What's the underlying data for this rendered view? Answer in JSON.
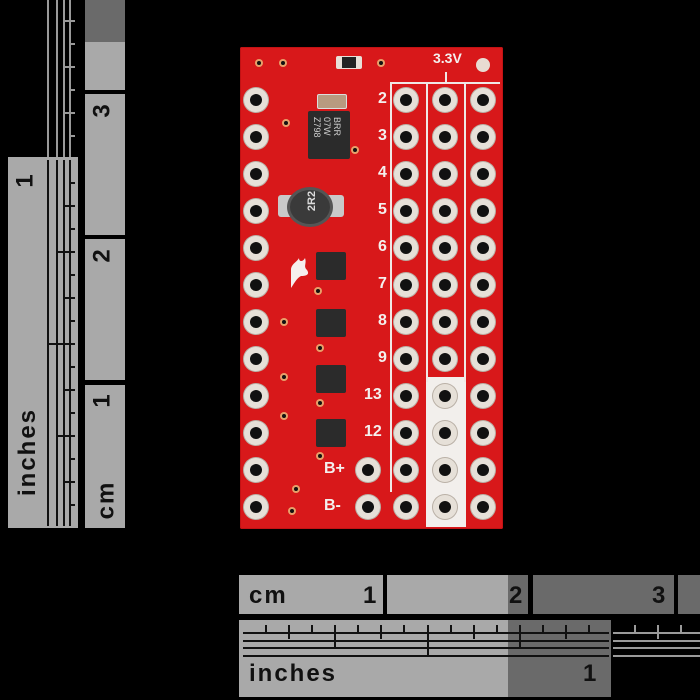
{
  "scene": {
    "description": "Red breakout PCB photographed on black background with cm and inch rulers",
    "background_color": "#000000",
    "pcb_color": "#d8181a"
  },
  "left_ruler_inches": {
    "unit_label": "inches",
    "tick_labels": [
      "1"
    ]
  },
  "left_ruler_cm": {
    "unit_label": "cm",
    "tick_labels": [
      "3",
      "2",
      "1"
    ]
  },
  "bottom_ruler_cm": {
    "unit_label": "cm",
    "tick_labels": [
      "1",
      "2",
      "3"
    ]
  },
  "bottom_ruler_inches": {
    "unit_label": "inches",
    "tick_labels": [
      "1"
    ]
  },
  "pcb": {
    "power_label": "3.3V",
    "pin_labels": [
      "2",
      "3",
      "4",
      "5",
      "6",
      "7",
      "8",
      "9",
      "13",
      "12",
      "B+",
      "B-"
    ],
    "ic_marking": [
      "BRR",
      "07W",
      "Z798"
    ],
    "inductor_marking": "2R2"
  }
}
